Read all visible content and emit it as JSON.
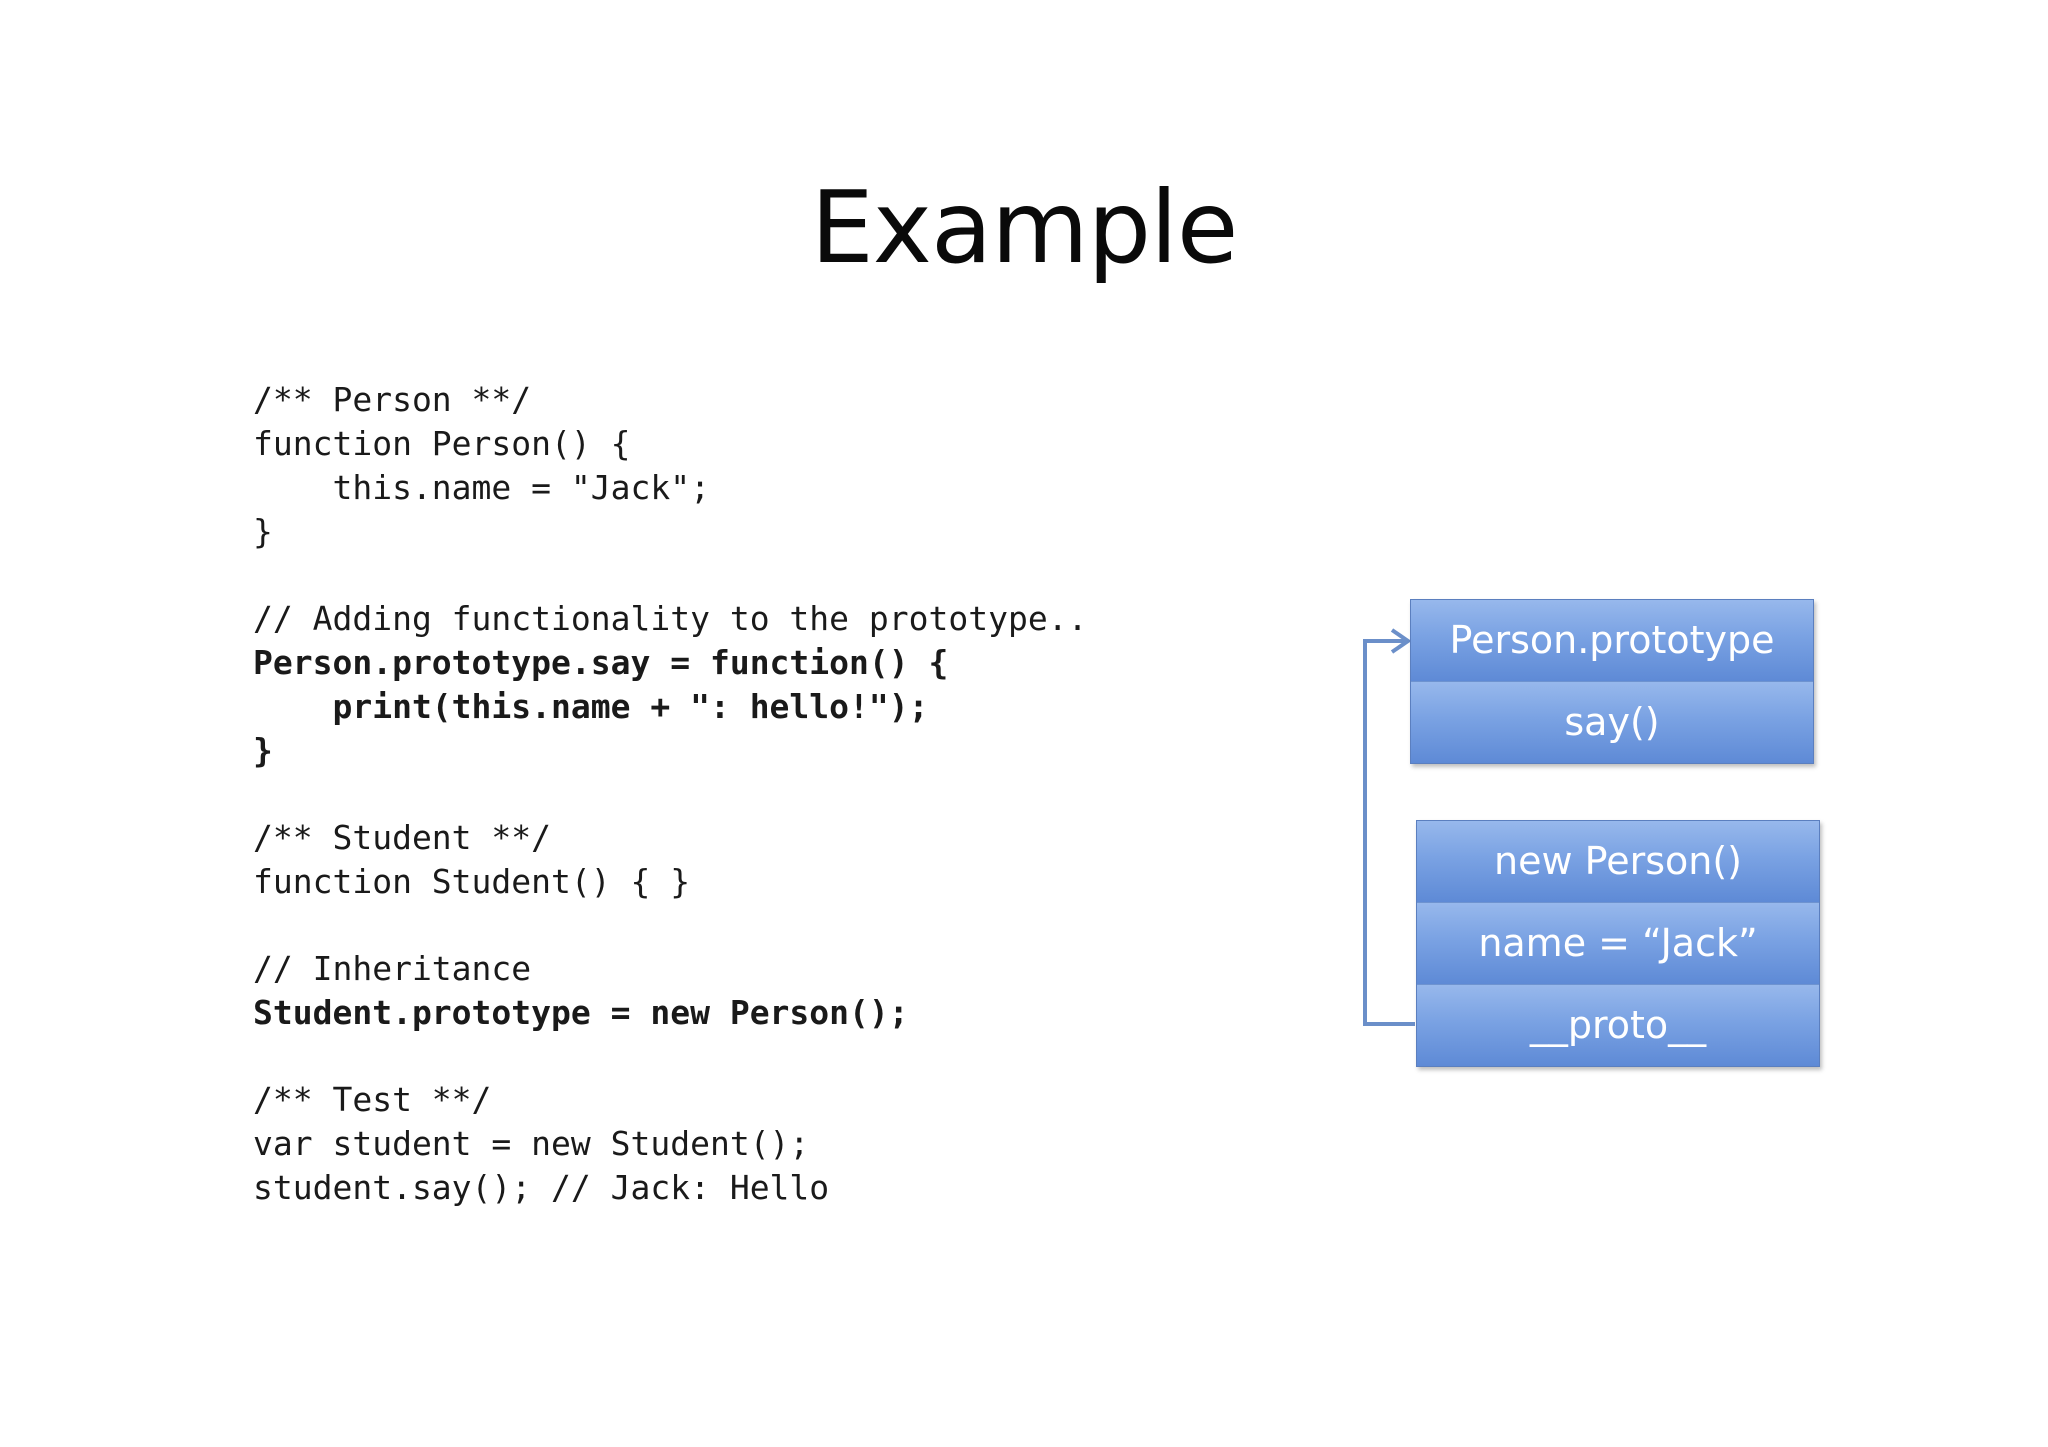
{
  "title": "Example",
  "code": {
    "l1": "/** Person **/",
    "l2": "function Person() {",
    "l3": "    this.name = \"Jack\";",
    "l4": "}",
    "l5": "// Adding functionality to the prototype..",
    "l6": "Person.prototype.say = function() {",
    "l7": "    print(this.name + \": hello!\");",
    "l8": "}",
    "l9": "/** Student **/",
    "l10": "function Student() { }",
    "l11": "// Inheritance",
    "l12": "Student.prototype = new Person();",
    "l13": "/** Test **/",
    "l14": "var student = new Student();",
    "l15": "student.say(); // Jack: Hello"
  },
  "diagram": {
    "prototype_box": {
      "header": "Person.prototype",
      "method": "say()"
    },
    "instance_box": {
      "header": "new Person()",
      "property": "name = “Jack”",
      "proto": "__proto__"
    },
    "colors": {
      "box_fill": "#7aa2e3",
      "box_border": "#5b7fbf",
      "arrow": "#6b8fc9",
      "text": "#ffffff"
    }
  }
}
